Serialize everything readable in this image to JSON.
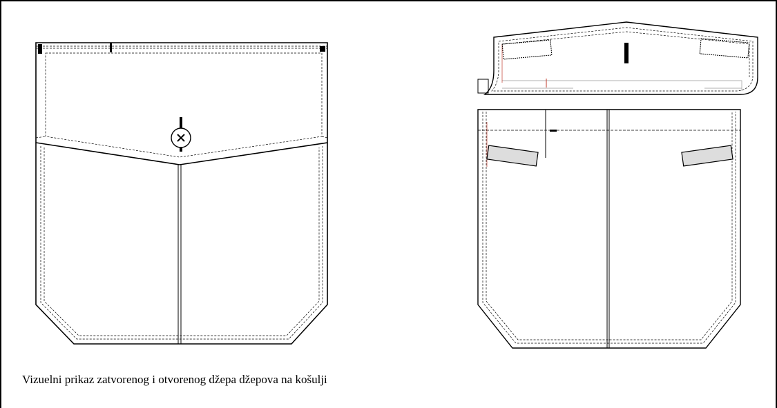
{
  "figure": {
    "caption": "Vizuelni prikaz zatvorenog i otvorenog džepa džepova na košulji",
    "drawings": [
      "closed-pocket",
      "open-pocket"
    ],
    "colors": {
      "line": "#000000",
      "accent": "#c0392b"
    }
  }
}
